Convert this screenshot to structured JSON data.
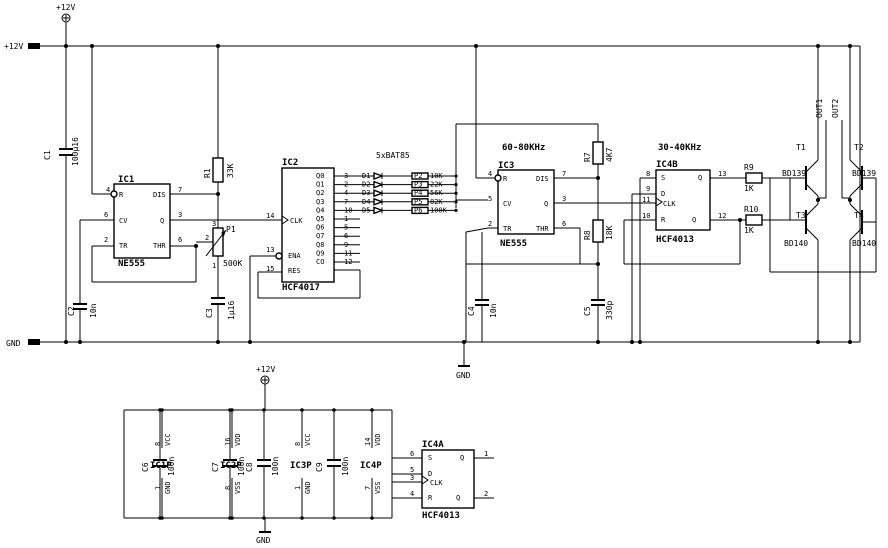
{
  "rails": {
    "vcc": "+12V",
    "gnd": "GND"
  },
  "terminals": [
    "+12V",
    "+12V",
    "GND",
    "GND"
  ],
  "ic1": {
    "name": "IC1",
    "type": "NE555",
    "pins": [
      "4",
      "R",
      "7",
      "DIS",
      "6",
      "CV",
      "3",
      "Q",
      "2",
      "TR",
      "6",
      "THR"
    ]
  },
  "ic2": {
    "name": "IC2",
    "type": "HCF4017",
    "outs": [
      "Q0",
      "Q1",
      "Q2",
      "Q3",
      "Q4",
      "Q5",
      "Q6",
      "Q7",
      "Q8",
      "Q9",
      "CO"
    ],
    "nums": [
      "3",
      "2",
      "4",
      "7",
      "10",
      "1",
      "5",
      "6",
      "9",
      "11",
      "12"
    ],
    "ins": [
      "CLK",
      "ENA",
      "RES"
    ],
    "innums": [
      "14",
      "13",
      "15"
    ]
  },
  "ic3": {
    "name": "IC3",
    "type": "NE555",
    "freq": "60-80KHz",
    "pins": [
      "4",
      "R",
      "7",
      "DIS",
      "5",
      "CV",
      "3",
      "Q",
      "2",
      "TR",
      "6",
      "THR"
    ]
  },
  "ic4b": {
    "name": "IC4B",
    "type": "HCF4013",
    "freq": "30-40KHz",
    "pins": [
      "8",
      "S",
      "13",
      "Q",
      "9",
      "D",
      "11",
      "CLK",
      "10",
      "R",
      "12",
      "Q"
    ]
  },
  "ic4a": {
    "name": "IC4A",
    "type": "HCF4013",
    "pins": [
      "6",
      "S",
      "Q",
      "1",
      "5",
      "D",
      "3",
      "CLK",
      "4",
      "R",
      "Q",
      "2"
    ]
  },
  "diodes": {
    "title": "5xBAT85",
    "names": [
      "D1",
      "D2",
      "D3",
      "D4",
      "D5"
    ]
  },
  "trimmers": {
    "names": [
      "P2",
      "P3",
      "P4",
      "P5",
      "P6"
    ],
    "values": [
      "10K",
      "22K",
      "56K",
      "82K",
      "100K"
    ]
  },
  "parts": {
    "c1": [
      "C1",
      "100μ16"
    ],
    "c2": [
      "C2",
      "10n"
    ],
    "c3": [
      "C3",
      "1μ16"
    ],
    "r1": [
      "R1",
      "33K"
    ],
    "p1": [
      "P1",
      "500K",
      "1",
      "2",
      "3"
    ],
    "r7": [
      "R7",
      "4K7"
    ],
    "r8": [
      "R8",
      "18K"
    ],
    "c4": [
      "C4",
      "10n"
    ],
    "c5": [
      "C5",
      "330p"
    ],
    "r9": [
      "R9",
      "1K"
    ],
    "r10": [
      "R10",
      "1K"
    ],
    "t1": [
      "T1",
      "BD139"
    ],
    "t2": [
      "T2",
      "BD139"
    ],
    "t3": [
      "T3",
      "BD140"
    ],
    "t4": [
      "T4",
      "BD140"
    ],
    "out1": "OUT1",
    "out2": "OUT2"
  },
  "supply": {
    "caps": [
      [
        "C6",
        "100n"
      ],
      [
        "C7",
        "100n"
      ],
      [
        "C8",
        "100n"
      ],
      [
        "C9",
        "100n"
      ]
    ],
    "ics": [
      {
        "name": "IC1P",
        "top": [
          "8",
          "VCC"
        ],
        "bot": [
          "1",
          "GND"
        ]
      },
      {
        "name": "IC2P",
        "top": [
          "16",
          "VDD"
        ],
        "bot": [
          "8",
          "VSS"
        ]
      },
      {
        "name": "IC3P",
        "top": [
          "8",
          "VCC"
        ],
        "bot": [
          "1",
          "GND"
        ]
      },
      {
        "name": "IC4P",
        "top": [
          "14",
          "VDD"
        ],
        "bot": [
          "7",
          "VSS"
        ]
      }
    ]
  }
}
